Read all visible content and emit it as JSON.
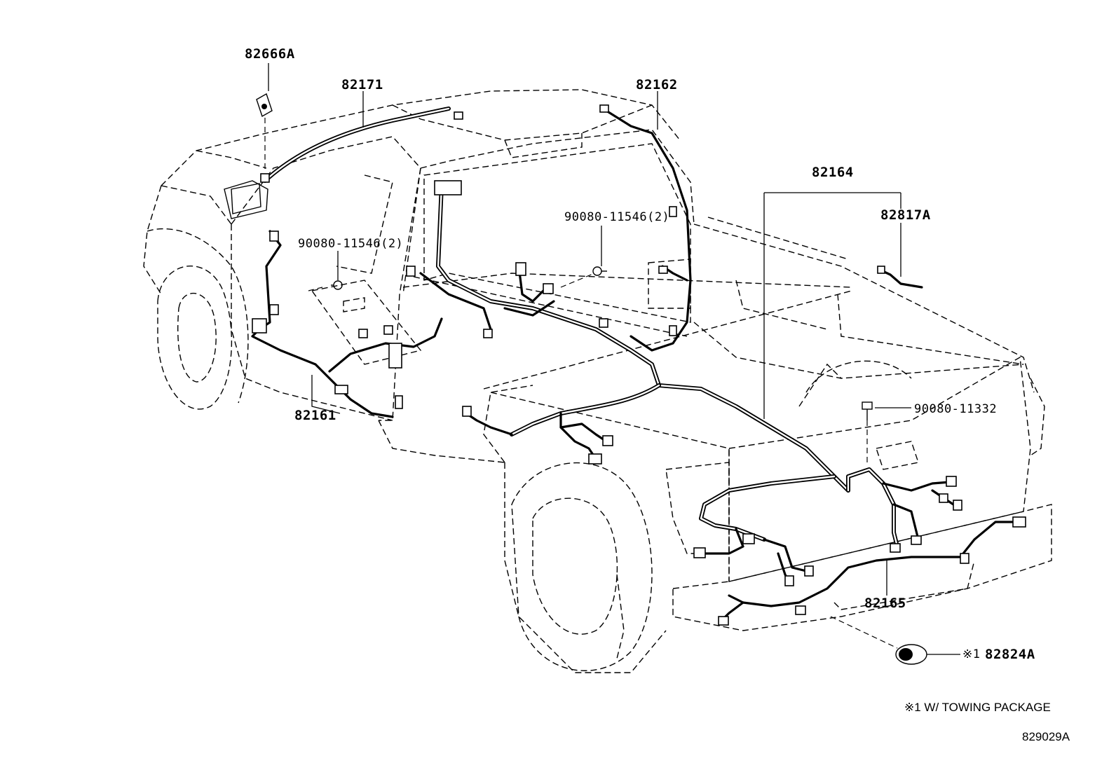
{
  "labels": {
    "p82666A": "82666A",
    "p82171": "82171",
    "p82162": "82162",
    "p82164": "82164",
    "p82817A": "82817A",
    "p90080_11546_a": "90080-11546(2)",
    "p90080_11546_b": "90080-11546(2)",
    "p82161": "82161",
    "p90080_11332": "90080-11332",
    "p82165": "82165",
    "p82824A_mark": "※1",
    "p82824A": "82824A"
  },
  "footnote": "※1 W/ TOWING PACKAGE",
  "diagram_id": "829029A"
}
